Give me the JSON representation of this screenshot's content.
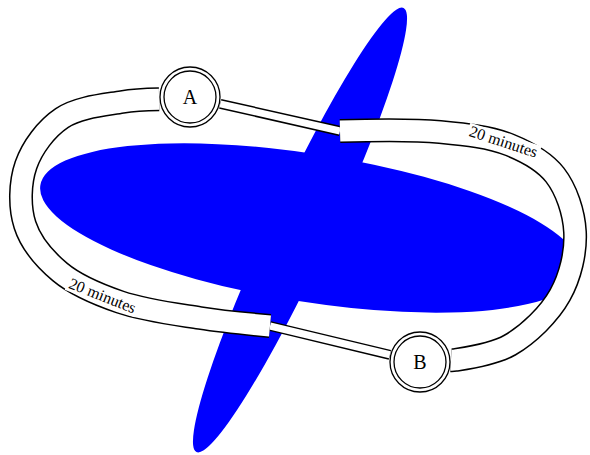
{
  "diagram": {
    "nodes": [
      {
        "text": [
          "A"
        ]
      },
      {
        "text": [
          "B"
        ]
      }
    ],
    "edges": [
      {
        "from": 0,
        "to": 1,
        "arrow": "none",
        "label": "20 minutes"
      },
      {
        "from": 0,
        "to": 1,
        "arrow": "none",
        "label": "20 minutes"
      }
    ]
  }
}
